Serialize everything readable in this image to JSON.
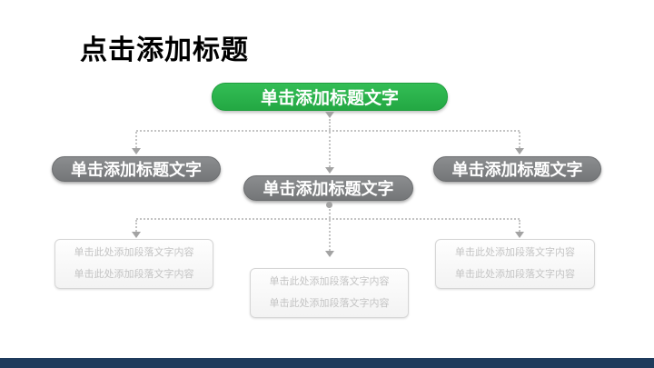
{
  "slide": {
    "title": "点击添加标题",
    "footer_color": "#1F3B5C",
    "background_color": "#FFFFFF"
  },
  "diagram": {
    "type": "org-chart",
    "root": {
      "label": "单击添加标题文字",
      "color": "#2BB34E",
      "text_color": "#FFFFFF"
    },
    "branch_color": "#7F8183",
    "connector_color": "#C4C4C4",
    "branches": [
      {
        "label": "单击添加标题文字"
      },
      {
        "label": "单击添加标题文字"
      },
      {
        "label": "单击添加标题文字"
      }
    ],
    "content_boxes": [
      {
        "lines": [
          "单击此处添加段落文字内容",
          "单击此处添加段落文字内容"
        ]
      },
      {
        "lines": [
          "单击此处添加段落文字内容",
          "单击此处添加段落文字内容"
        ]
      },
      {
        "lines": [
          "单击此处添加段落文字内容",
          "单击此处添加段落文字内容"
        ]
      }
    ],
    "content_text_color": "#C4C4C4"
  }
}
